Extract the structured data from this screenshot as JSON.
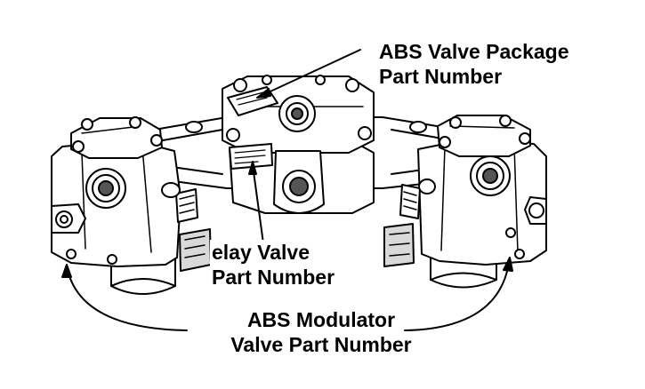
{
  "labels": {
    "package": {
      "line1": "ABS Valve Package",
      "line2": "Part Number"
    },
    "relay": {
      "line1": "elay Valve",
      "line2": "Part Number"
    },
    "modulator": {
      "line1": "ABS Modulator",
      "line2": "Valve Part Number"
    }
  },
  "colors": {
    "ink": "#000000",
    "body": "#ffffff",
    "shade": "#d9d9d9",
    "dark": "#555555"
  }
}
